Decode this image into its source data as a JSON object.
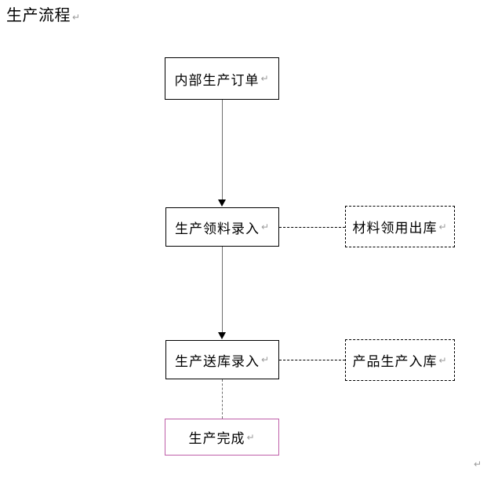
{
  "document": {
    "title": "生产流程",
    "return_mark": "↵",
    "trailing_return_mark": "↵"
  },
  "diagram_data": {
    "type": "flowchart",
    "title": "生产流程",
    "nodes": [
      {
        "id": "n1",
        "label": "内部生产订单",
        "style": "solid",
        "return_mark": "↵"
      },
      {
        "id": "n2",
        "label": "生产领料录入",
        "style": "solid",
        "return_mark": "↵"
      },
      {
        "id": "n3",
        "label": "材料领用出库",
        "style": "dashed",
        "return_mark": "↵"
      },
      {
        "id": "n4",
        "label": "生产送库录入",
        "style": "solid",
        "return_mark": "↵"
      },
      {
        "id": "n5",
        "label": "产品生产入库",
        "style": "dashed",
        "return_mark": "↵"
      },
      {
        "id": "n6",
        "label": "生产完成",
        "style": "accent",
        "return_mark": "↵"
      }
    ],
    "edges": [
      {
        "from": "n1",
        "to": "n2",
        "style": "solid-arrow",
        "orientation": "vertical"
      },
      {
        "from": "n2",
        "to": "n3",
        "style": "dashed",
        "orientation": "horizontal"
      },
      {
        "from": "n2",
        "to": "n4",
        "style": "solid-arrow",
        "orientation": "vertical"
      },
      {
        "from": "n4",
        "to": "n5",
        "style": "dashed",
        "orientation": "horizontal"
      },
      {
        "from": "n4",
        "to": "n6",
        "style": "dashed",
        "orientation": "vertical"
      }
    ],
    "colors": {
      "border": "#000000",
      "accent_border": "#bf5fa8",
      "connector": "#6e6e6e",
      "background": "#ffffff",
      "return_mark": "#9a9a9a"
    }
  }
}
